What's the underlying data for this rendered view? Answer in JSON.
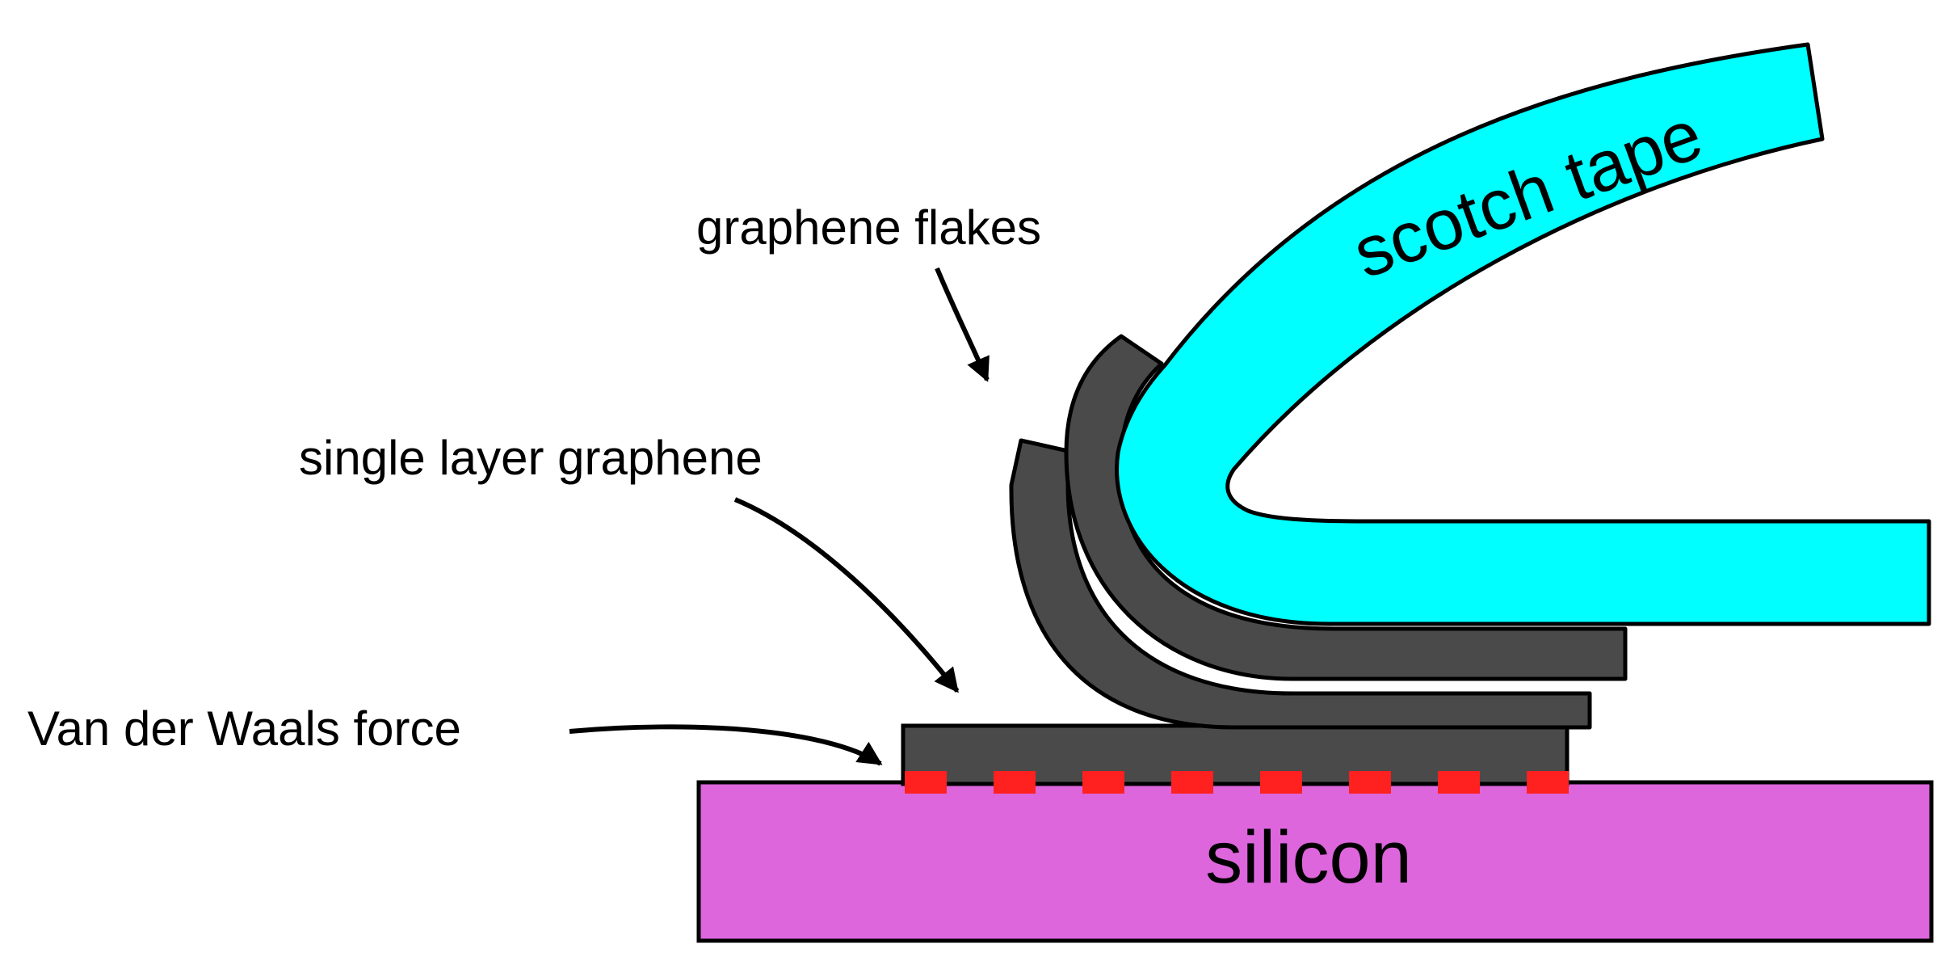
{
  "labels": {
    "scotch_tape": "scotch tape",
    "graphene_flakes": "graphene flakes",
    "single_layer_graphene": "single layer graphene",
    "van_der_waals_force": "Van der Waals force",
    "silicon": "silicon"
  },
  "colors": {
    "scotch_tape": "#00FFFF",
    "graphene": "#4A4A4A",
    "silicon": "#DD66DD",
    "van_der_waals_bonds": "#FF2020",
    "outline": "#000000"
  }
}
